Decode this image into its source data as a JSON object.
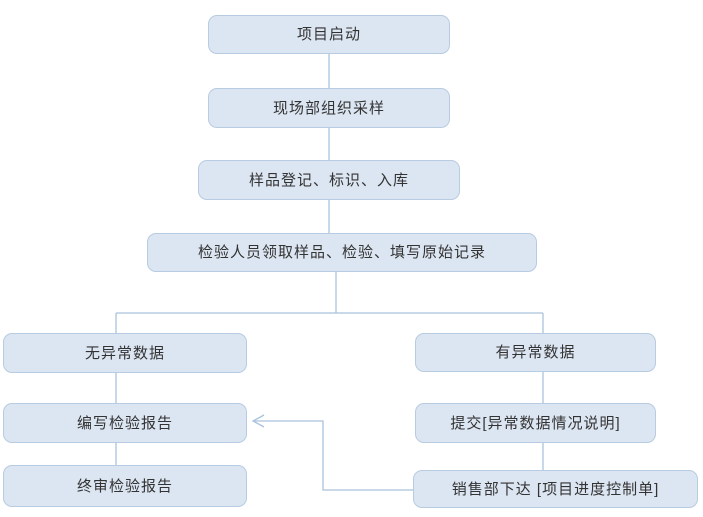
{
  "diagram": {
    "type": "flowchart",
    "nodes": [
      {
        "id": "start",
        "label": "项目启动"
      },
      {
        "id": "sampling",
        "label": "现场部组织采样"
      },
      {
        "id": "registration",
        "label": "样品登记、标识、入库"
      },
      {
        "id": "inspection",
        "label": "检验人员领取样品、检验、填写原始记录"
      },
      {
        "id": "no-abnormal",
        "label": "无异常数据"
      },
      {
        "id": "write-report",
        "label": "编写检验报告"
      },
      {
        "id": "final-review",
        "label": "终审检验报告"
      },
      {
        "id": "abnormal",
        "label": "有异常数据"
      },
      {
        "id": "submit-note",
        "label": "提交[异常数据情况说明]"
      },
      {
        "id": "sales-issue",
        "label": "销售部下达 [项目进度控制单]"
      }
    ],
    "edges": [
      {
        "from": "start",
        "to": "sampling",
        "style": "line"
      },
      {
        "from": "sampling",
        "to": "registration",
        "style": "line"
      },
      {
        "from": "registration",
        "to": "inspection",
        "style": "line"
      },
      {
        "from": "inspection",
        "to": "no-abnormal",
        "style": "branch-line"
      },
      {
        "from": "inspection",
        "to": "abnormal",
        "style": "branch-line"
      },
      {
        "from": "no-abnormal",
        "to": "write-report",
        "style": "line"
      },
      {
        "from": "write-report",
        "to": "final-review",
        "style": "line"
      },
      {
        "from": "abnormal",
        "to": "submit-note",
        "style": "line"
      },
      {
        "from": "submit-note",
        "to": "sales-issue",
        "style": "line"
      },
      {
        "from": "sales-issue",
        "to": "write-report",
        "style": "arrow"
      }
    ],
    "colors": {
      "node_fill": "#dce6f2",
      "node_border": "#b7cbe1",
      "connector": "#a9c2dc",
      "text": "#333333",
      "background": "#ffffff"
    }
  }
}
